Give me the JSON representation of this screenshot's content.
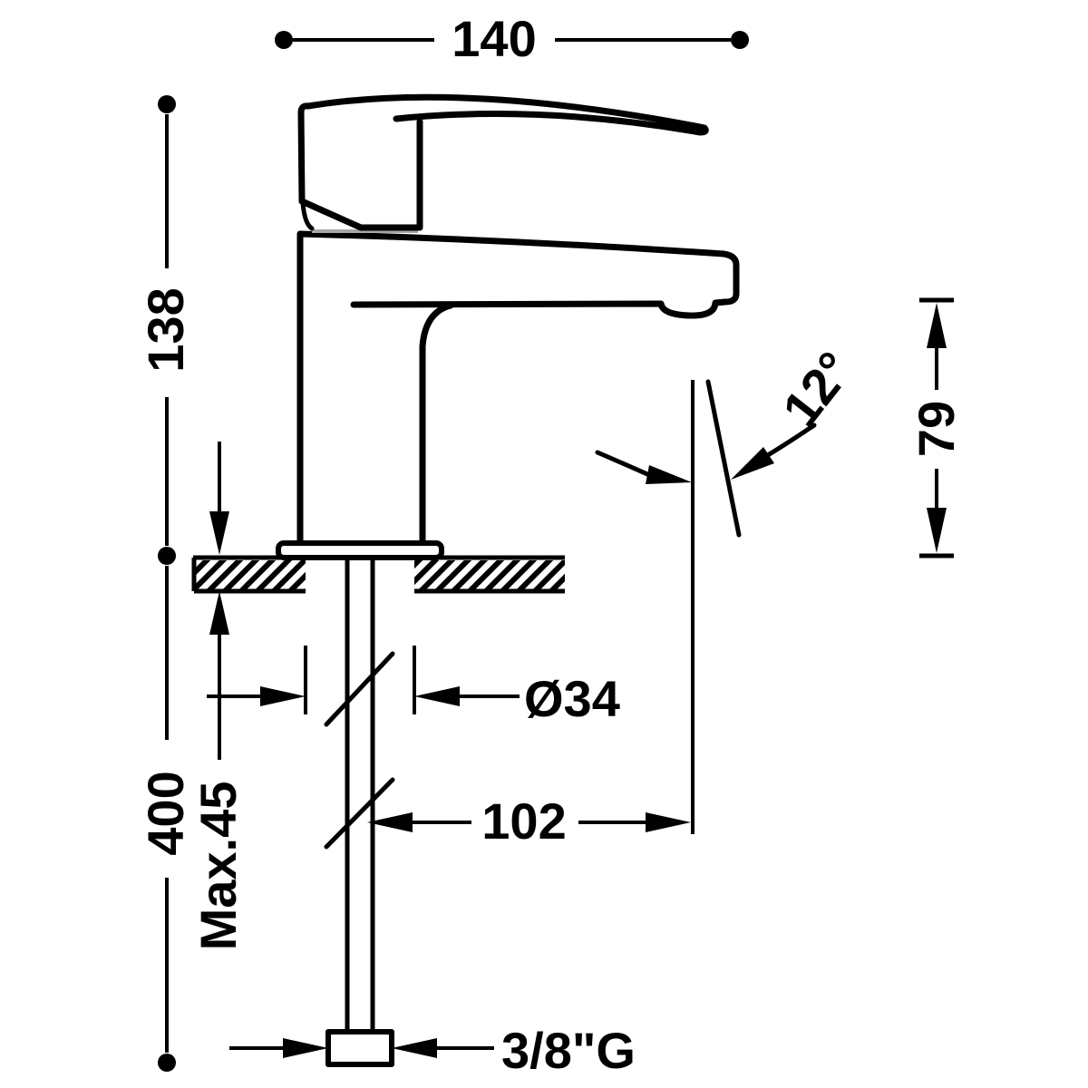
{
  "drawing": {
    "subject": "single-lever-basin-mixer-side-view",
    "background_color": "#ffffff",
    "line_color": "#000000",
    "seam_color": "#a6a6a6",
    "labels": {
      "overall_width": "140",
      "body_height": "138",
      "below_deck_length": "400",
      "max_deck_thickness": "Max.45",
      "base_diameter": "Ø34",
      "spout_reach": "102",
      "spout_angle": "12°",
      "spout_height": "79",
      "thread": "3/8\"G"
    },
    "values": {
      "overall_width_mm": 140,
      "body_height_mm": 138,
      "below_deck_length_mm": 400,
      "max_deck_thickness_mm": 45,
      "base_diameter_mm": 34,
      "spout_reach_mm": 102,
      "spout_angle_deg": 12,
      "spout_height_mm": 79,
      "thread_size": "3/8\"G"
    }
  }
}
